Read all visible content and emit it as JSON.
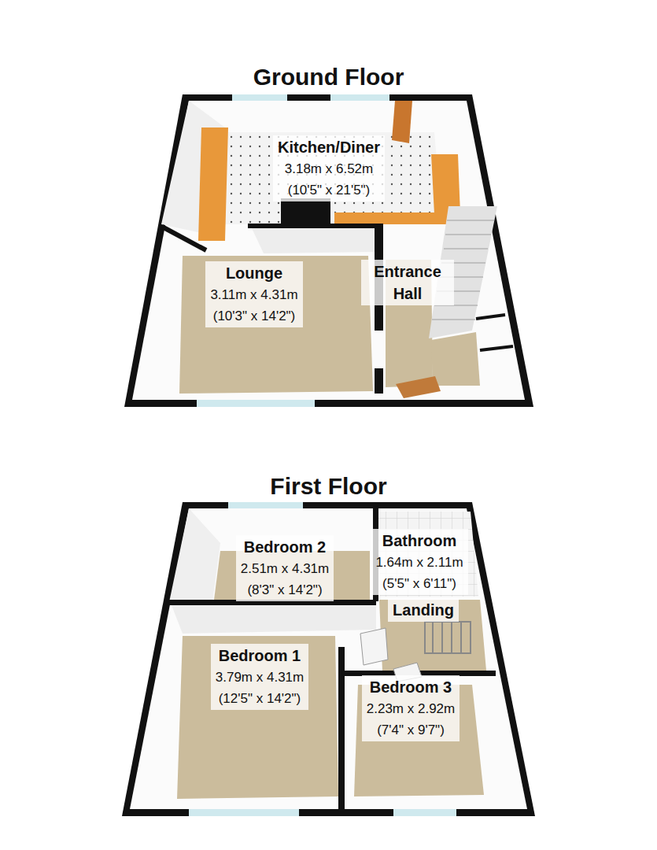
{
  "diagram": {
    "nodes": [
      {
        "text": [
          "Ground Floor"
        ]
      },
      {
        "text": [
          "Kitchen/Diner",
          "3.18m x 6.52m",
          "(10'5\" x 21'5\")"
        ],
        "in": 0
      },
      {
        "text": [
          "Lounge",
          "3.11m x 4.31m",
          "(10'3\" x 14'2\")"
        ],
        "in": 0
      },
      {
        "text": [
          "Entrance Hall"
        ],
        "in": 0
      },
      {
        "text": [
          "First Floor"
        ]
      },
      {
        "text": [
          "Bedroom 2",
          "2.51m x 4.31m",
          "(8'3\" x 14'2\")"
        ],
        "in": 4
      },
      {
        "text": [
          "Bathroom",
          "1.64m x 2.11m",
          "(5'5\" x 6'11\")"
        ],
        "in": 4
      },
      {
        "text": [
          "Landing"
        ],
        "in": 4
      },
      {
        "text": [
          "Bedroom 1",
          "3.79m x 4.31m",
          "(12'5\" x 14'2\")"
        ],
        "in": 4
      },
      {
        "text": [
          "Bedroom 3",
          "2.23m x 2.92m",
          "(7'4\" x 9'7\")"
        ],
        "in": 4
      }
    ]
  }
}
